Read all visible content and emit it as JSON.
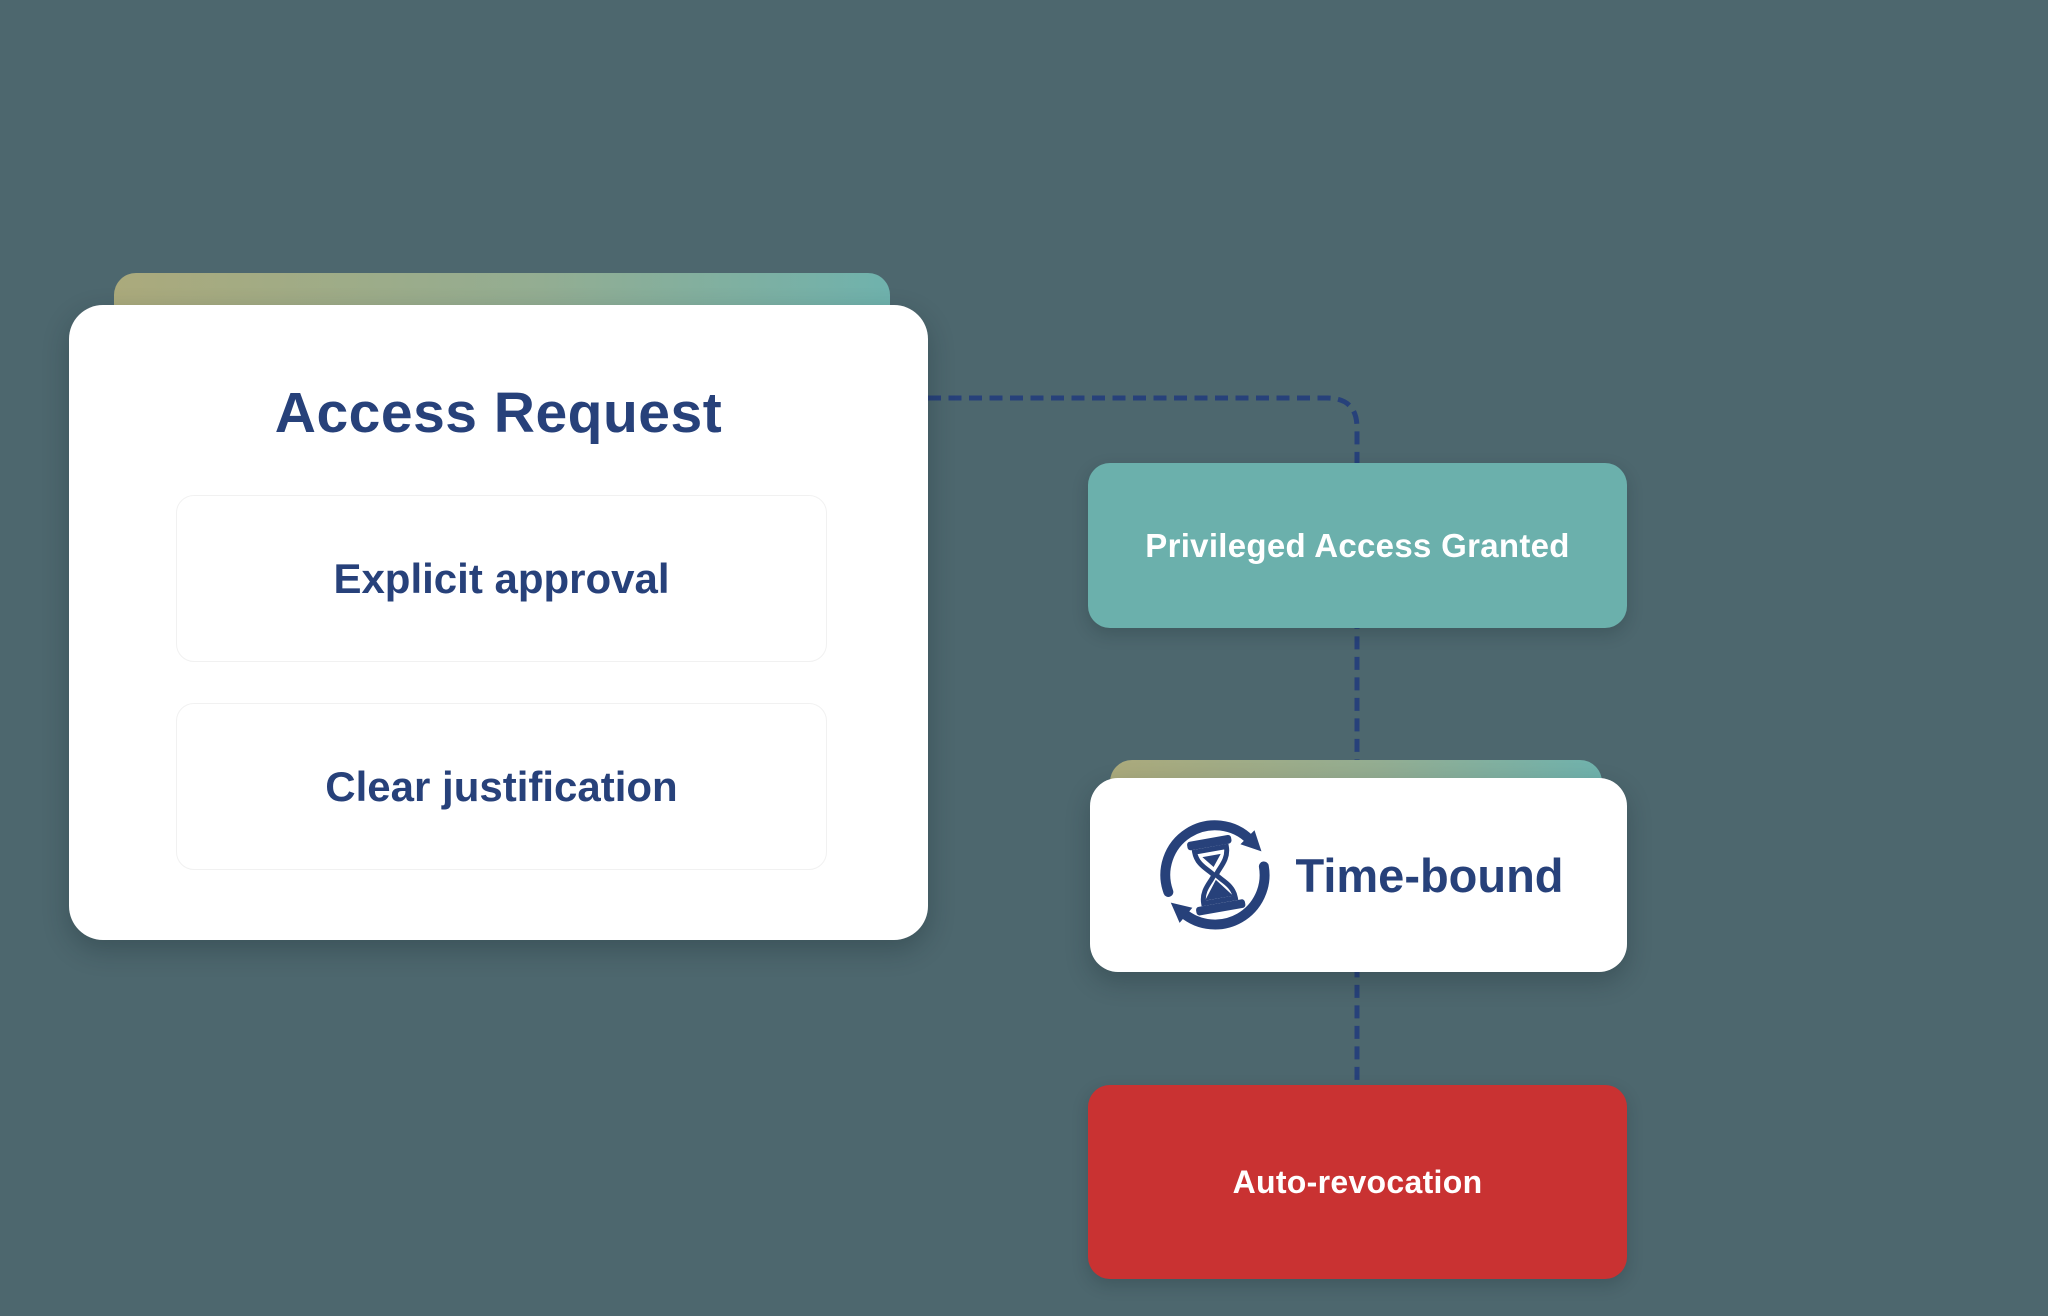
{
  "diagram": {
    "access_request": {
      "title": "Access Request",
      "items": [
        {
          "label": "Explicit approval"
        },
        {
          "label": "Clear justification"
        }
      ]
    },
    "flow": {
      "granted_label": "Privileged Access Granted",
      "time_bound_label": "Time-bound",
      "time_bound_icon": "hourglass-cycle-icon",
      "auto_revocation_label": "Auto-revocation"
    },
    "colors": {
      "background": "#4d676e",
      "navy_text_and_connector": "#27417a",
      "granted_node": "#6bb0ac",
      "revocation_node": "#c93232",
      "accent_gradient_start": "#abaa7c",
      "accent_gradient_end": "#6fb2ad",
      "card": "#ffffff"
    }
  }
}
